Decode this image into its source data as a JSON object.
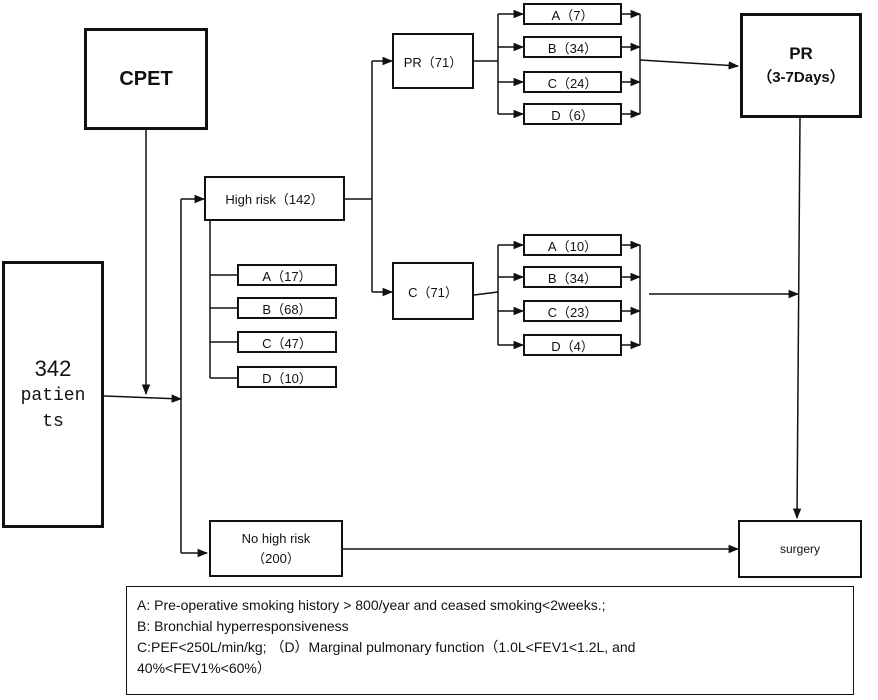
{
  "patients": {
    "count": "342",
    "label_line1": "patien",
    "label_line2": "ts"
  },
  "cpet": "CPET",
  "high_risk": "High risk（142）",
  "no_high_risk": {
    "line1": "No high risk",
    "line2": "（200）"
  },
  "left_criteria": [
    "A（17）",
    "B（68）",
    "C（47）",
    "D（10）"
  ],
  "pr_group": "PR（71）",
  "c_group": "C（71）",
  "pr_criteria": [
    "A（7）",
    "B（34）",
    "C（24）",
    "D（6）"
  ],
  "c_criteria": [
    "A（10）",
    "B（34）",
    "C（23）",
    "D（4）"
  ],
  "pr_outcome": {
    "line1": "PR",
    "line2": "（3-7Days）"
  },
  "surgery": "surgery",
  "legend": {
    "a": "A: Pre-operative smoking history > 800/year and ceased smoking<2weeks.;",
    "b": "B: Bronchial hyperresponsiveness",
    "cd": "C:PEF<250L/min/kg; （D）Marginal pulmonary function（1.0L<FEV1<1.2L, and",
    "cd2": "40%<FEV1%<60%）"
  }
}
